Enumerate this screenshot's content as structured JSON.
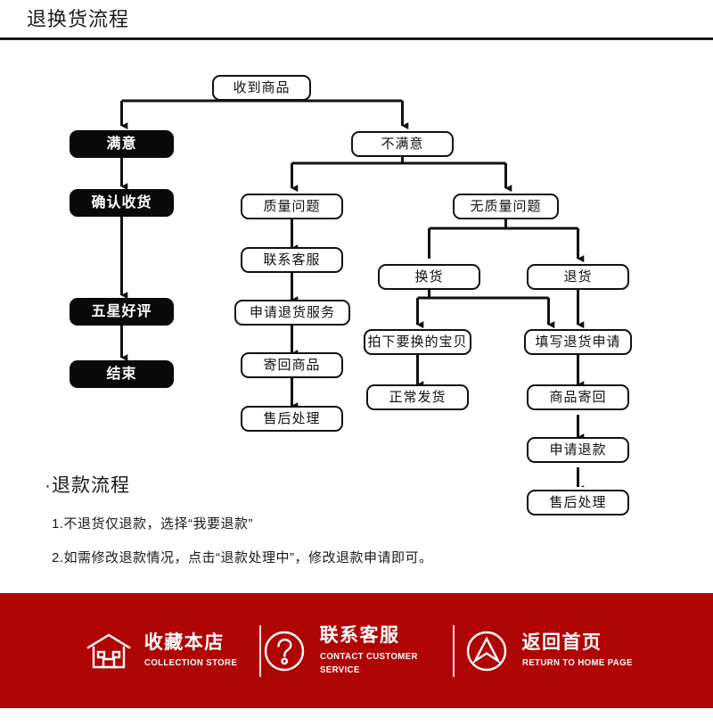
{
  "header": {
    "title": "退换货流程"
  },
  "flowchart": {
    "nodes": {
      "received": "收到商品",
      "satisfied": "满意",
      "confirm_receipt": "确认收货",
      "five_star": "五星好评",
      "end": "结束",
      "unsatisfied": "不满意",
      "quality_issue": "质量问题",
      "contact_service": "联系客服",
      "apply_return_service": "申请退货服务",
      "send_back_goods": "寄回商品",
      "after_sales_left": "售后处理",
      "no_quality_issue": "无质量问题",
      "exchange": "换货",
      "return_goods": "退货",
      "buy_exchange_item": "拍下要换的宝贝",
      "normal_shipping": "正常发货",
      "fill_return_request": "填写退货申请",
      "goods_sent_back": "商品寄回",
      "apply_refund": "申请退款",
      "after_sales_right": "售后处理"
    }
  },
  "notes": {
    "title": "·退款流程",
    "line1": "1.不退货仅退款，选择“我要退款”",
    "line2": "2.如需修改退款情况，点击“退款处理中”，修改退款申请即可。"
  },
  "footer": {
    "background_color": "#b00505",
    "items": [
      {
        "icon": "house-icon",
        "cn": "收藏本店",
        "en": "COLLECTION STORE"
      },
      {
        "icon": "question-mark-circle-icon",
        "cn": "联系客服",
        "en": "CONTACT CUSTOMER SERVICE"
      },
      {
        "icon": "up-arrow-circle-icon",
        "cn": "返回首页",
        "en": "RETURN TO HOME PAGE"
      }
    ]
  },
  "colors": {
    "ink": "#111111",
    "dark_node_bg": "#0a0a0a",
    "brand_red": "#b00505"
  }
}
